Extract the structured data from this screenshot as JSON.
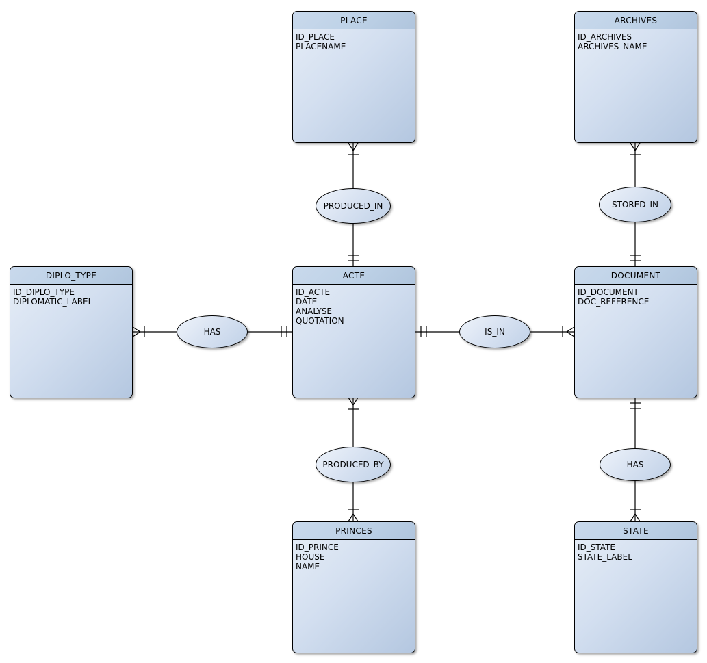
{
  "diagram": {
    "diagram_type": "entity-relationship",
    "entities": [
      {
        "name": "PLACE",
        "attributes": [
          "ID_PLACE",
          "PLACENAME"
        ]
      },
      {
        "name": "ARCHIVES",
        "attributes": [
          "ID_ARCHIVES",
          "ARCHIVES_NAME"
        ]
      },
      {
        "name": "DIPLO_TYPE",
        "attributes": [
          "ID_DIPLO_TYPE",
          "DIPLOMATIC_LABEL"
        ]
      },
      {
        "name": "ACTE",
        "attributes": [
          "ID_ACTE",
          "DATE",
          "ANALYSE",
          "QUOTATION"
        ]
      },
      {
        "name": "DOCUMENT",
        "attributes": [
          "ID_DOCUMENT",
          "DOC_REFERENCE"
        ]
      },
      {
        "name": "PRINCES",
        "attributes": [
          "ID_PRINCE",
          "HOUSE",
          "NAME"
        ]
      },
      {
        "name": "STATE",
        "attributes": [
          "ID_STATE",
          "STATE_LABEL"
        ]
      }
    ],
    "relationships": [
      {
        "label": "PRODUCED_IN",
        "from": "PLACE",
        "to": "ACTE",
        "from_cardinality": "many-mandatory",
        "to_cardinality": "one-mandatory"
      },
      {
        "label": "STORED_IN",
        "from": "ARCHIVES",
        "to": "DOCUMENT",
        "from_cardinality": "many-mandatory",
        "to_cardinality": "one-mandatory"
      },
      {
        "label": "HAS",
        "from": "DIPLO_TYPE",
        "to": "ACTE",
        "from_cardinality": "many-mandatory",
        "to_cardinality": "one-mandatory"
      },
      {
        "label": "IS_IN",
        "from": "ACTE",
        "to": "DOCUMENT",
        "from_cardinality": "one-mandatory",
        "to_cardinality": "many-mandatory"
      },
      {
        "label": "PRODUCED_BY",
        "from": "ACTE",
        "to": "PRINCES",
        "from_cardinality": "many-mandatory",
        "to_cardinality": "many-mandatory"
      },
      {
        "label": "HAS",
        "from": "DOCUMENT",
        "to": "STATE",
        "from_cardinality": "one-mandatory",
        "to_cardinality": "many-mandatory"
      }
    ],
    "colors": {
      "entity_header": "#bed2e7",
      "entity_body_light": "#e7eef7",
      "entity_body_dark": "#b4c7e0",
      "ellipse_light": "#eef3fa",
      "ellipse_dark": "#c0d1e7",
      "border": "#000000",
      "line": "#000000",
      "background": "#ffffff"
    }
  }
}
